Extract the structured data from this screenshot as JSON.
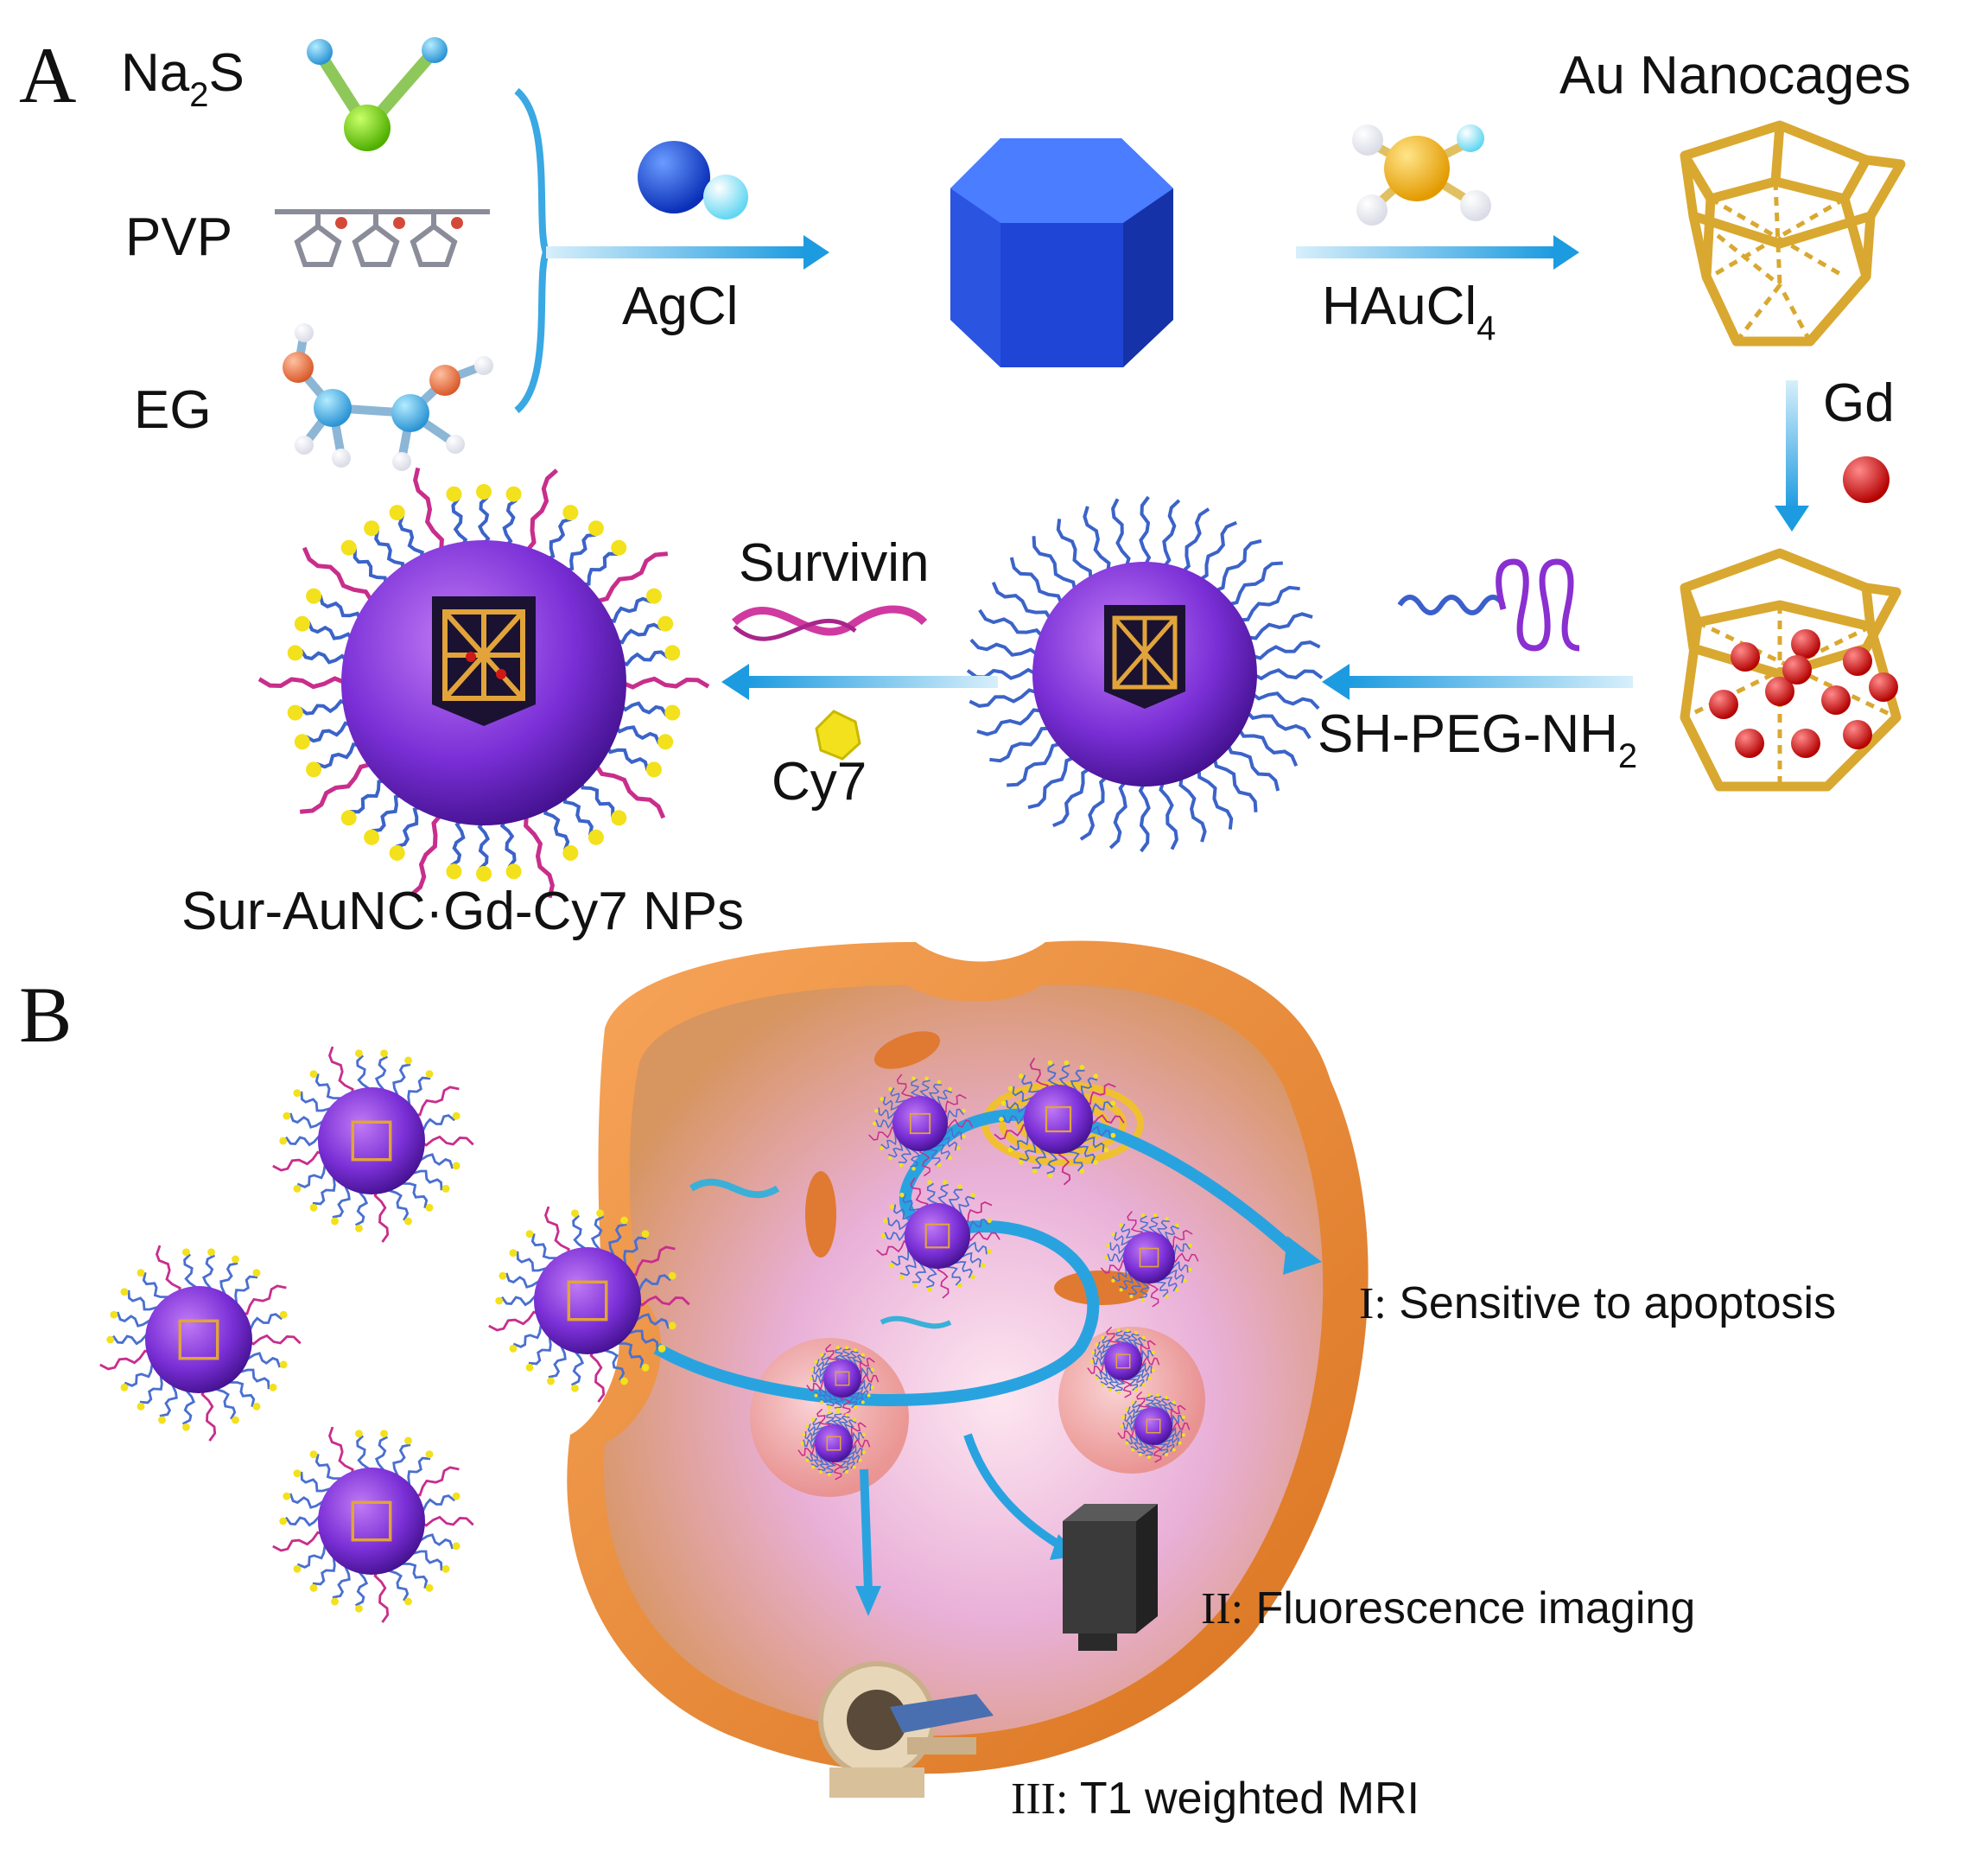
{
  "panels": {
    "a": "A",
    "b": "B"
  },
  "reagents": {
    "na2s": "Na",
    "na2s_sub": "2",
    "na2s_tail": "S",
    "pvp": "PVP",
    "eg": "EG"
  },
  "steps": {
    "agcl": "AgCl",
    "haucl4": "HAuCl",
    "haucl4_sub": "4",
    "au_nanocages": "Au Nanocages",
    "gd": "Gd",
    "peg": "SH-PEG-NH",
    "peg_sub": "2",
    "survivin": "Survivin",
    "cy7": "Cy7",
    "product": "Sur-AuNC·Gd-Cy7 NPs"
  },
  "outcomes": [
    {
      "num": "I:",
      "text": " Sensitive to apoptosis"
    },
    {
      "num": "II:",
      "text": " Fluorescence imaging"
    },
    {
      "num": "III:",
      "text": " T1 weighted MRI"
    }
  ],
  "colors": {
    "arrow": "#29a3e0",
    "cube": "#1f4fe0",
    "gold": "#d9a830",
    "purple": "#7a2fd6",
    "gd_red": "#d01818",
    "cell": "#e8893a",
    "cy7": "#f2e11c"
  }
}
